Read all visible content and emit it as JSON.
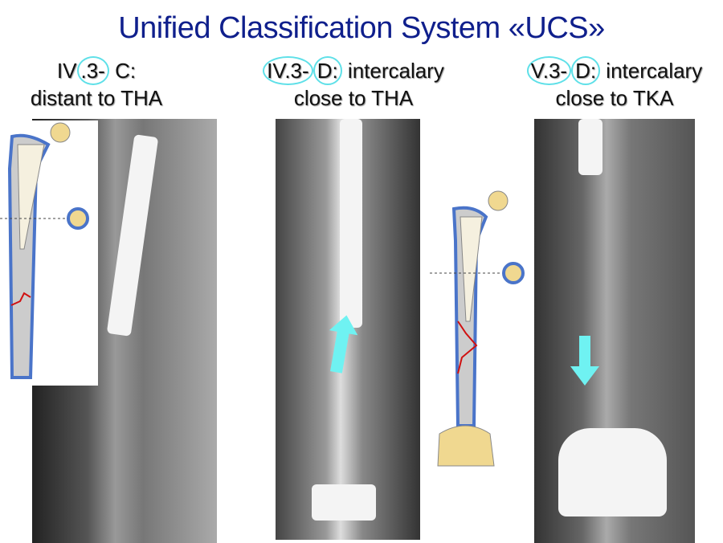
{
  "title": "Unified Classification System «UCS»",
  "panels": [
    {
      "code_prefix": "IV",
      "code_circled": ".3-",
      "code_suffix": " C:",
      "line2": "distant to THA"
    },
    {
      "code_circled": "IV.3-",
      "code_circled2": "D:",
      "code_suffix": " intercalary",
      "line2": "close to THA"
    },
    {
      "code_circled": "V.3-",
      "code_circled2": "D:",
      "code_suffix": " intercalary",
      "line2": "close to TKA"
    }
  ],
  "colors": {
    "title": "#0f1f8c",
    "circle": "#5fe0e8",
    "arrow": "#6ff2f2",
    "bone_outline": "#4a74c9",
    "implant": "#f0d890",
    "fracture": "#d01010"
  }
}
